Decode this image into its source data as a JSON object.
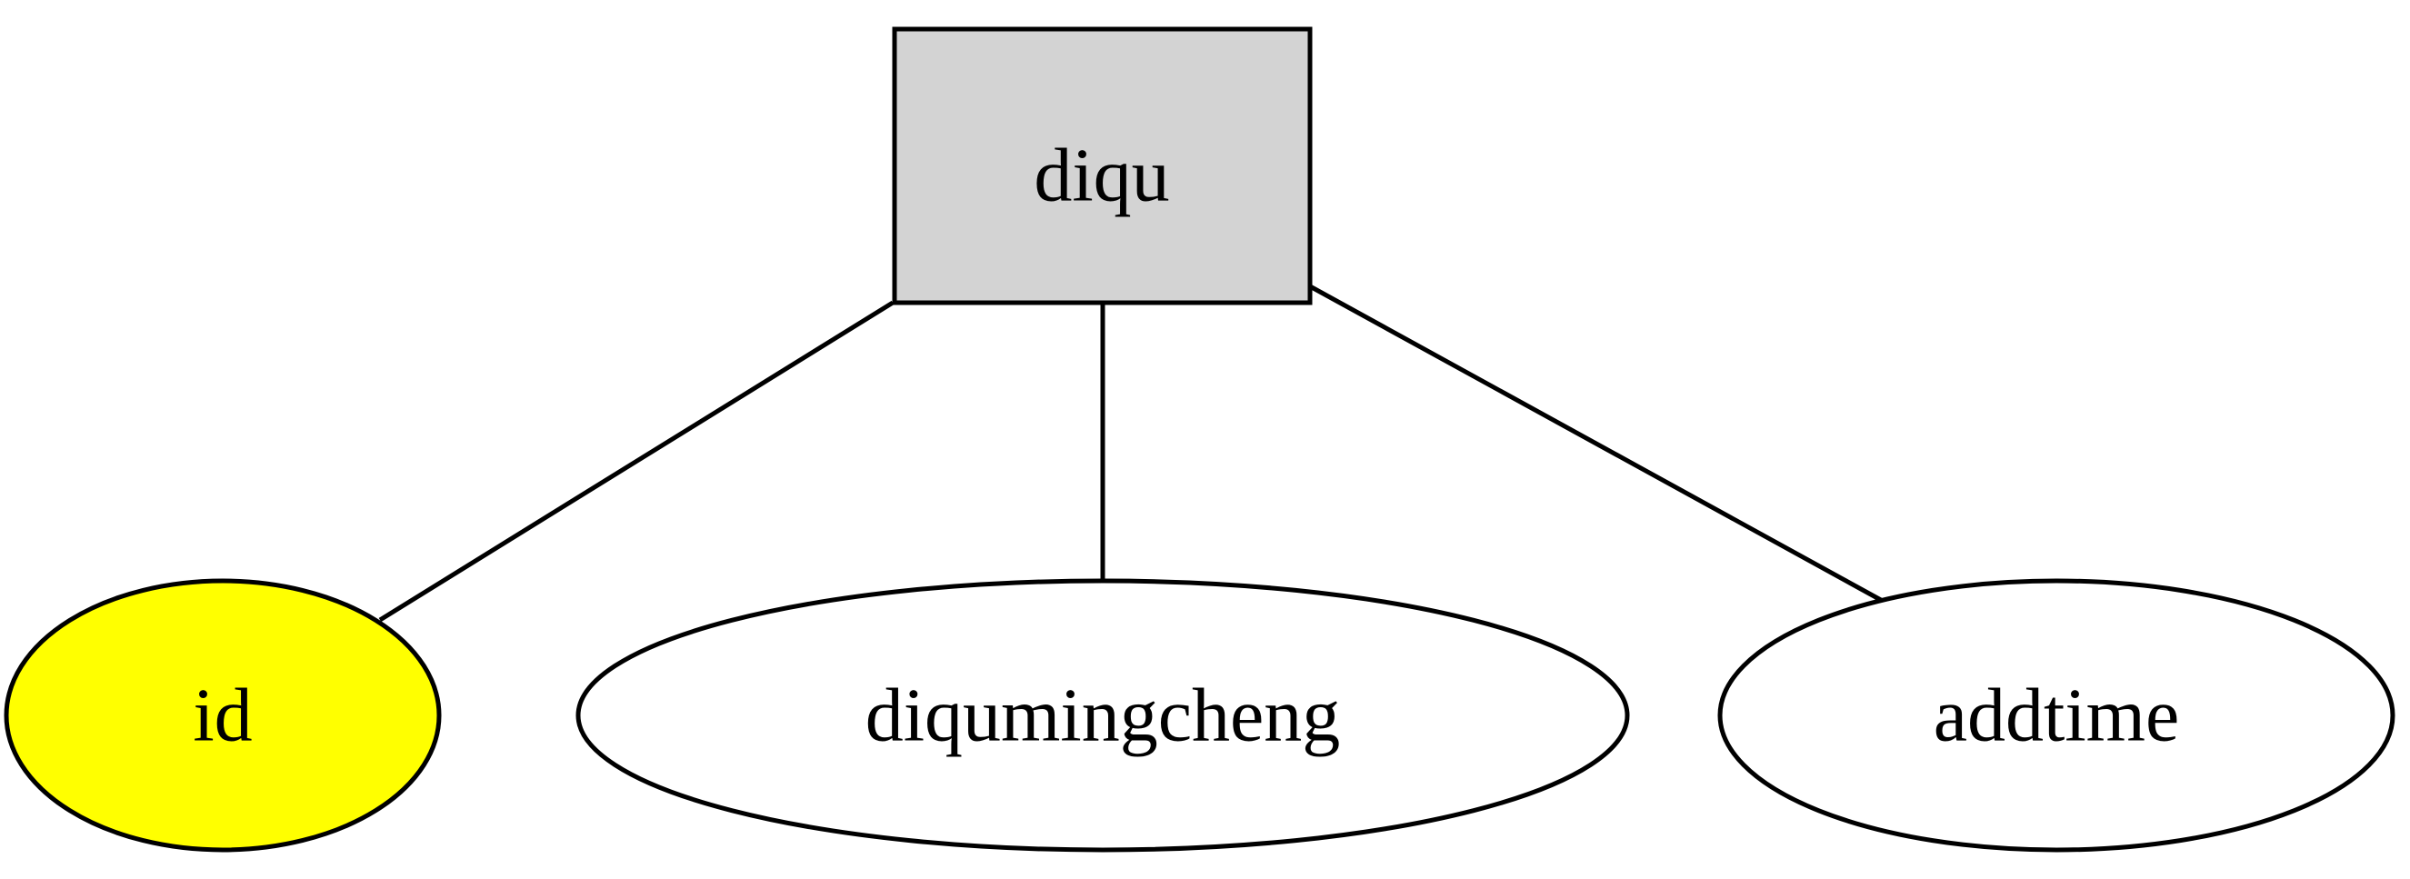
{
  "diagram": {
    "type": "entity-attribute",
    "entity": {
      "label": "diqu",
      "fill": "#d3d3d3"
    },
    "attributes": [
      {
        "label": "id",
        "fill": "#ffff00"
      },
      {
        "label": "diqumingcheng",
        "fill": "#ffffff"
      },
      {
        "label": "addtime",
        "fill": "#ffffff"
      }
    ],
    "edges": [
      {
        "from": "diqu",
        "to": "id"
      },
      {
        "from": "diqu",
        "to": "diqumingcheng"
      },
      {
        "from": "diqu",
        "to": "addtime"
      }
    ]
  }
}
